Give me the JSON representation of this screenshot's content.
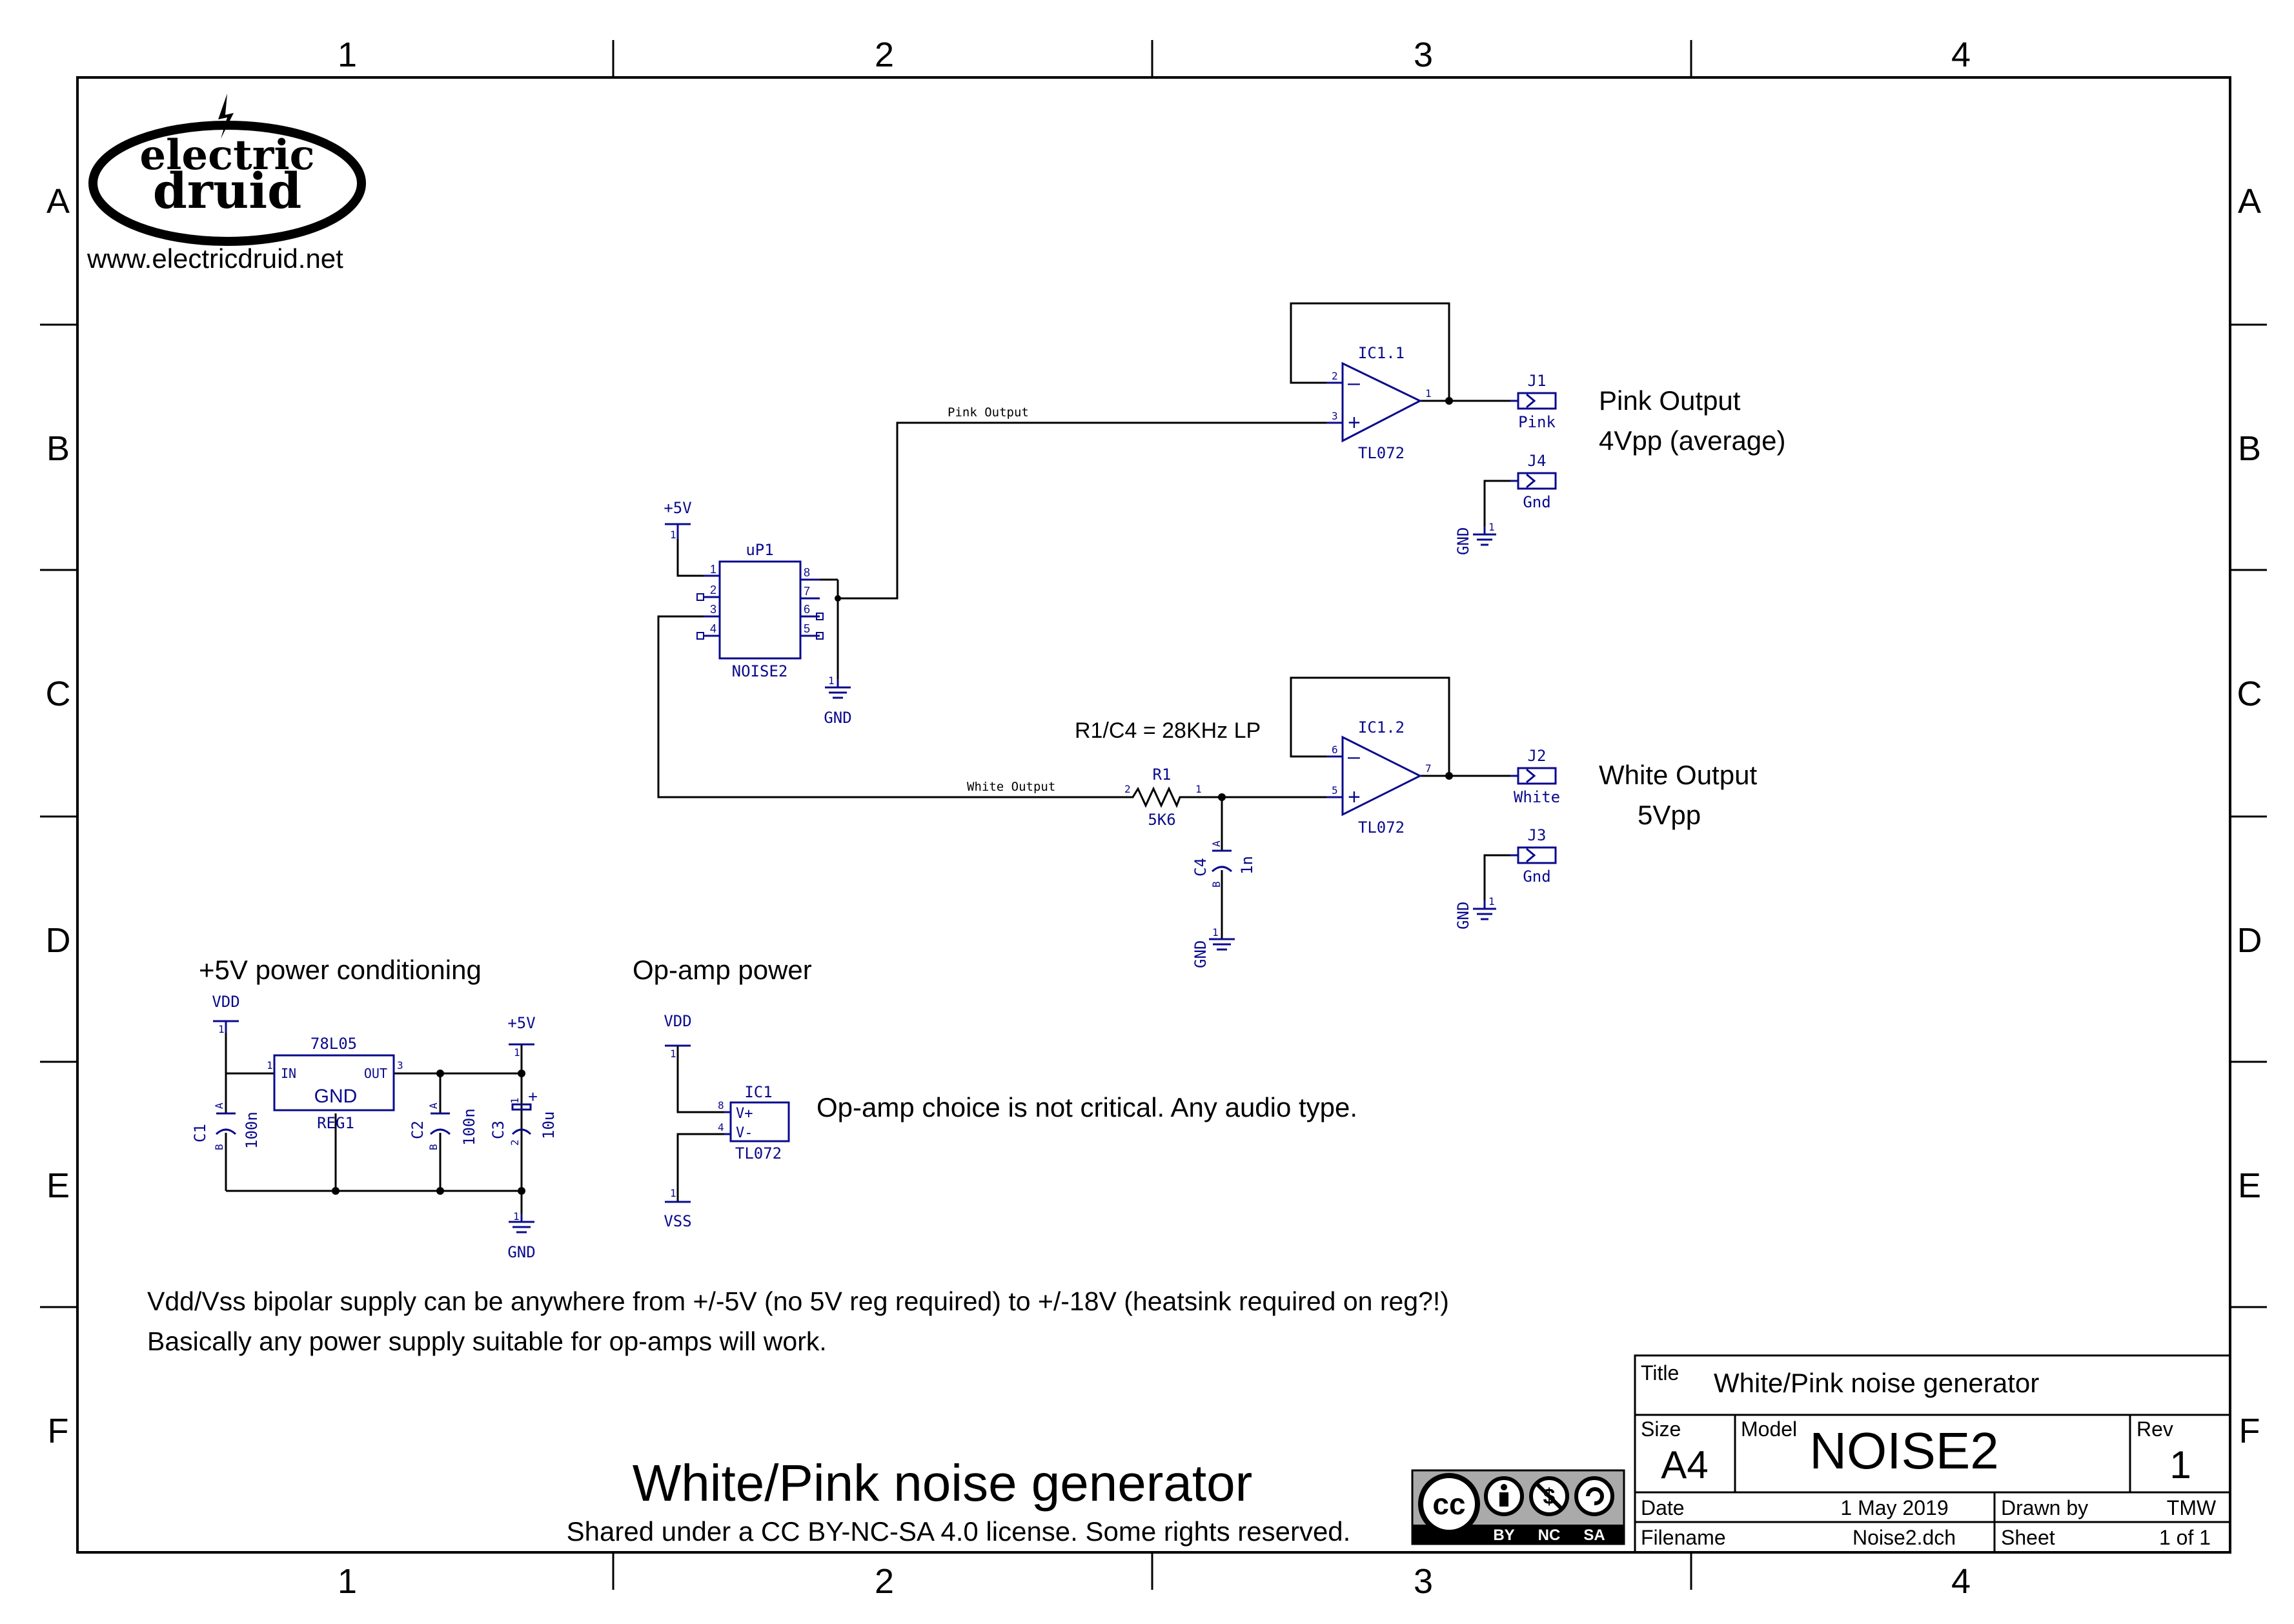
{
  "frame": {
    "columns": [
      "1",
      "2",
      "3",
      "4"
    ],
    "rows": [
      "A",
      "B",
      "C",
      "D",
      "E",
      "F"
    ]
  },
  "logo": {
    "line1": "electric",
    "line2": "druid",
    "url": "www.electricdruid.net"
  },
  "annotations": {
    "pink_output": "Pink Output",
    "pink_level": "4Vpp (average)",
    "white_output": "White Output",
    "white_level": "5Vpp",
    "filter_note": "R1/C4 = 28KHz LP",
    "power_conditioning": "+5V power conditioning",
    "opamp_power": "Op-amp power",
    "opamp_note": "Op-amp choice is not critical. Any audio type.",
    "supply_note_1": "Vdd/Vss bipolar supply can be anywhere from +/-5V (no 5V reg required) to +/-18V (heatsink required on reg?!)",
    "supply_note_2": "Basically any power supply suitable for op-amps will work."
  },
  "components": {
    "uP1": {
      "ref": "uP1",
      "value": "NOISE2",
      "pins": [
        "1",
        "2",
        "3",
        "4",
        "8",
        "7",
        "6",
        "5"
      ]
    },
    "IC1_1": {
      "ref": "IC1.1",
      "value": "TL072",
      "pins": [
        "2",
        "3",
        "1"
      ]
    },
    "IC1_2": {
      "ref": "IC1.2",
      "value": "TL072",
      "pins": [
        "6",
        "5",
        "7"
      ]
    },
    "IC1": {
      "ref": "IC1",
      "value": "TL072",
      "pin_vplus": "V+",
      "pin_vminus": "V-",
      "pins": [
        "8",
        "4"
      ]
    },
    "J1": {
      "ref": "J1",
      "value": "Pink"
    },
    "J4": {
      "ref": "J4",
      "value": "Gnd"
    },
    "J2": {
      "ref": "J2",
      "value": "White"
    },
    "J3": {
      "ref": "J3",
      "value": "Gnd"
    },
    "R1": {
      "ref": "R1",
      "value": "5K6",
      "pin_a": "2",
      "pin_b": "1"
    },
    "C4": {
      "ref": "C4",
      "value": "1n",
      "pin_a": "A",
      "pin_b": "B"
    },
    "REG1": {
      "ref": "REG1",
      "value": "78L05",
      "pin_in": "IN",
      "pin_out": "OUT",
      "pin_gnd": "GND",
      "pin1": "1",
      "pin3": "3"
    },
    "C1": {
      "ref": "C1",
      "value": "100n",
      "pin_a": "A",
      "pin_b": "B"
    },
    "C2": {
      "ref": "C2",
      "value": "100n",
      "pin_a": "A",
      "pin_b": "B"
    },
    "C3": {
      "ref": "C3",
      "value": "10u",
      "pin1": "1",
      "pin2": "2"
    }
  },
  "nets": {
    "pink": "Pink Output",
    "white": "White Output",
    "plus5v": "+5V",
    "gnd": "GND",
    "vdd": "VDD",
    "vss": "VSS",
    "pin1": "1"
  },
  "titleblock": {
    "title_label": "Title",
    "title": "White/Pink noise generator",
    "size_label": "Size",
    "size": "A4",
    "model_label": "Model",
    "model": "NOISE2",
    "rev_label": "Rev",
    "rev": "1",
    "date_label": "Date",
    "date": "1 May 2019",
    "drawn_label": "Drawn by",
    "drawn": "TMW",
    "filename_label": "Filename",
    "filename": "Noise2.dch",
    "sheet_label": "Sheet",
    "sheet": "1 of 1"
  },
  "footer": {
    "title": "White/Pink noise generator",
    "license": "Shared under a CC BY-NC-SA 4.0 license. Some rights reserved.",
    "cc": {
      "badge": "cc",
      "by": "BY",
      "nc": "NC",
      "sa": "SA"
    }
  },
  "colors": {
    "frame": "#000000",
    "component": "#0a0a8c"
  }
}
